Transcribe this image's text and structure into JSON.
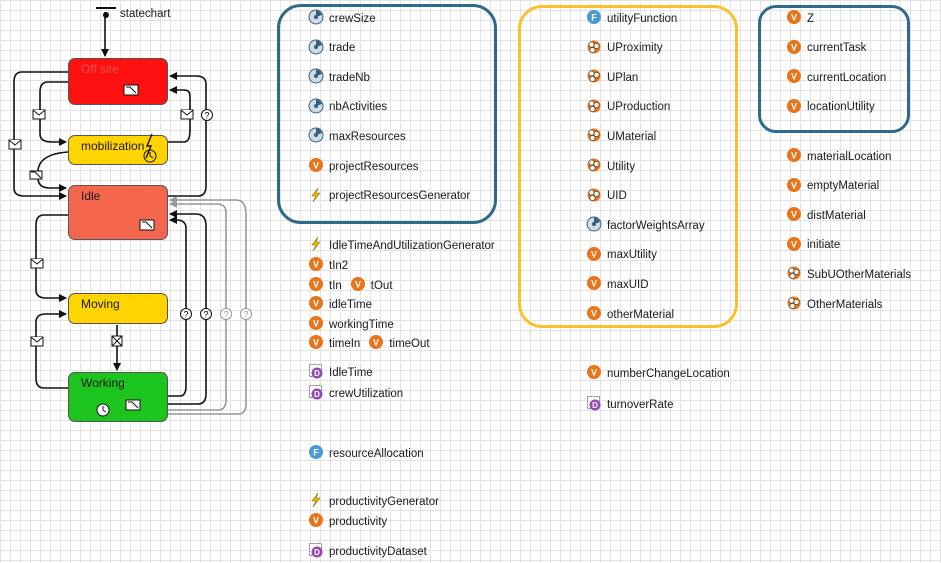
{
  "statechart": {
    "entry_label": "statechart",
    "states": {
      "offsite": "Off site",
      "mobilization": "mobilization",
      "idle": "Idle",
      "moving": "Moving",
      "working": "Working"
    },
    "colors": {
      "offsite": "#ff1010",
      "mobilization": "#ffd400",
      "idle": "#f4674e",
      "moving": "#ffd400",
      "working": "#1ec41e"
    }
  },
  "highlight_colors": {
    "blue": "#2e6a8c",
    "yellow": "#f9c22c"
  },
  "icon_colors": {
    "variable": "#e8741c",
    "parameter": "#34607c",
    "function": "#4a9bd1",
    "dataset": "#9448b8",
    "event": "#f2b800"
  },
  "groups": {
    "col1_boxed": [
      {
        "icon": "parameter",
        "label": "crewSize"
      },
      {
        "icon": "parameter",
        "label": "trade"
      },
      {
        "icon": "parameter",
        "label": "tradeNb"
      },
      {
        "icon": "parameter",
        "label": "nbActivities"
      },
      {
        "icon": "parameter",
        "label": "maxResources"
      },
      {
        "icon": "variable",
        "label": "projectResources"
      },
      {
        "icon": "event",
        "label": "projectResourcesGenerator"
      }
    ],
    "col1_lower": [
      {
        "icon": "event",
        "label": "IdleTimeAndUtilizationGenerator"
      },
      {
        "icon": "variable",
        "label": "tIn2"
      },
      {
        "icon": "variable",
        "label": "tIn",
        "extra_icon": "variable",
        "extra_label": "tOut"
      },
      {
        "icon": "variable",
        "label": "idleTime"
      },
      {
        "icon": "variable",
        "label": "workingTime"
      },
      {
        "icon": "variable",
        "label": "timeIn",
        "extra_icon": "variable",
        "extra_label": "timeOut"
      },
      {
        "icon": "dataset",
        "label": "IdleTime"
      },
      {
        "icon": "dataset",
        "label": "crewUtilization"
      }
    ],
    "col1_bottom": [
      {
        "icon": "function",
        "label": "resourceAllocation"
      },
      {
        "icon": "event",
        "label": "productivityGenerator"
      },
      {
        "icon": "variable",
        "label": "productivity"
      },
      {
        "icon": "dataset",
        "label": "productivityDataset"
      }
    ],
    "col2_boxed": [
      {
        "icon": "function",
        "label": "utilityFunction"
      },
      {
        "icon": "collection",
        "label": "UProximity"
      },
      {
        "icon": "collection",
        "label": "UPlan"
      },
      {
        "icon": "collection",
        "label": "UProduction"
      },
      {
        "icon": "collection",
        "label": "UMaterial"
      },
      {
        "icon": "collection",
        "label": "Utility"
      },
      {
        "icon": "collection",
        "label": "UID"
      },
      {
        "icon": "parameter",
        "label": "factorWeightsArray"
      },
      {
        "icon": "variable",
        "label": "maxUtility"
      },
      {
        "icon": "variable",
        "label": "maxUID"
      },
      {
        "icon": "variable",
        "label": "otherMaterial"
      }
    ],
    "col2_lower": [
      {
        "icon": "variable",
        "label": "numberChangeLocation"
      },
      {
        "icon": "dataset",
        "label": "turnoverRate"
      }
    ],
    "col3_boxed": [
      {
        "icon": "variable",
        "label": "Z"
      },
      {
        "icon": "variable",
        "label": "currentTask"
      },
      {
        "icon": "variable",
        "label": "currentLocation"
      },
      {
        "icon": "variable",
        "label": "locationUtility"
      }
    ],
    "col3_lower": [
      {
        "icon": "variable",
        "label": "materialLocation"
      },
      {
        "icon": "variable",
        "label": "emptyMaterial"
      },
      {
        "icon": "variable",
        "label": "distMaterial"
      },
      {
        "icon": "variable",
        "label": "initiate"
      },
      {
        "icon": "collection",
        "label": "SubUOtherMaterials"
      },
      {
        "icon": "collection",
        "label": "OtherMaterials"
      }
    ]
  }
}
